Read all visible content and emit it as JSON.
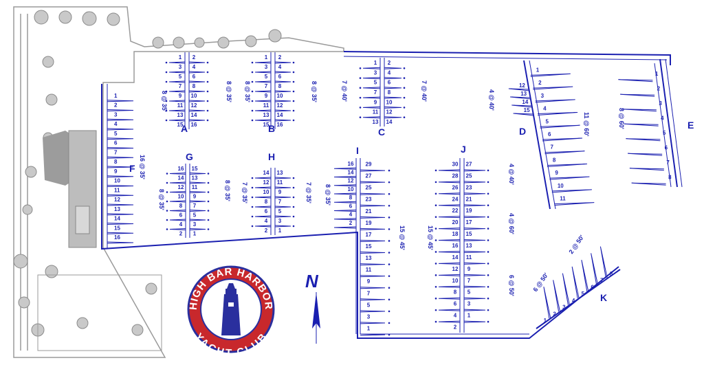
{
  "docks": [
    {
      "id": "A",
      "slips_left": [
        1,
        3,
        5,
        7,
        9,
        11,
        13,
        15
      ],
      "slips_right": [
        2,
        4,
        6,
        8,
        10,
        12,
        14,
        16
      ],
      "dim_left": "8 @ 35'",
      "dim_right": "8 @ 35'"
    },
    {
      "id": "B",
      "slips_left": [
        1,
        3,
        5,
        7,
        9,
        11,
        13,
        15
      ],
      "slips_right": [
        2,
        4,
        6,
        8,
        10,
        12,
        14,
        16
      ],
      "dim_left": "8 @ 35'",
      "dim_right": "8 @ 35'"
    },
    {
      "id": "C",
      "slips_left": [
        1,
        3,
        5,
        7,
        9,
        11,
        13
      ],
      "slips_right": [
        2,
        4,
        6,
        8,
        10,
        12,
        14
      ],
      "dim_left": "7 @ 40'",
      "dim_right": "7 @ 40'"
    },
    {
      "id": "D",
      "slips_left": [
        12,
        13,
        14,
        15
      ],
      "slips_right": [
        1,
        2,
        3,
        4,
        5,
        6,
        7,
        8,
        9,
        10,
        11
      ],
      "dim_left": "4 @ 40'",
      "dim_right": "11 @ 60'"
    },
    {
      "id": "E",
      "slips": [
        1,
        2,
        3,
        4,
        5,
        6,
        7,
        8
      ],
      "dim": "8 @ 60'"
    },
    {
      "id": "F",
      "slips": [
        1,
        2,
        3,
        4,
        5,
        6,
        7,
        8,
        9,
        10,
        11,
        12,
        13,
        14,
        15,
        16
      ],
      "dim": "16 @ 35'"
    },
    {
      "id": "G",
      "slips_left": [
        16,
        14,
        12,
        10,
        8,
        6,
        4,
        2
      ],
      "slips_right": [
        15,
        13,
        11,
        9,
        7,
        5,
        3,
        1
      ],
      "dim_left": "8 @ 35'",
      "dim_right": "8 @ 35'"
    },
    {
      "id": "H",
      "slips_left": [
        14,
        12,
        10,
        8,
        6,
        4,
        2
      ],
      "slips_right": [
        13,
        11,
        9,
        7,
        5,
        3,
        1
      ],
      "dim_left": "7 @ 35'",
      "dim_right": "7 @ 35'"
    },
    {
      "id": "I",
      "slips_left": [
        16,
        14,
        12,
        10,
        8,
        6,
        4,
        2
      ],
      "slips_right": [
        29,
        27,
        25,
        23,
        21,
        19,
        17,
        15,
        13,
        11,
        9,
        7,
        5,
        3,
        1
      ],
      "dim_left": "8 @ 35'",
      "dim_right": "15 @ 45'"
    },
    {
      "id": "J",
      "slips_left": [
        30,
        28,
        26,
        24,
        22,
        20,
        18,
        16,
        14,
        12,
        10,
        8,
        6,
        4,
        2
      ],
      "slips_right": [
        27,
        25,
        23,
        21,
        19,
        17,
        15,
        13,
        11,
        9,
        7,
        5,
        3,
        1
      ],
      "dim_left": "15 @ 45'",
      "dim_right_top": "4 @ 40'",
      "dim_right_mid": "4 @ 60'",
      "dim_right_bottom": "6 @ 50'"
    },
    {
      "id": "K",
      "slips": [
        1,
        2,
        3,
        4,
        5,
        6,
        7,
        8
      ],
      "dim_a": "6 @ 50'",
      "dim_b": "2 @ 50'"
    }
  ],
  "logo": {
    "top_text": "HIGH BAR HARBOR",
    "bottom_text": "YACHT CLUB"
  },
  "compass": {
    "label": "N"
  },
  "colors": {
    "ink": "#1a1fb0",
    "logo_red": "#c8282c",
    "logo_blue": "#2a2f9e",
    "land_gray": "#b5b5b5"
  }
}
